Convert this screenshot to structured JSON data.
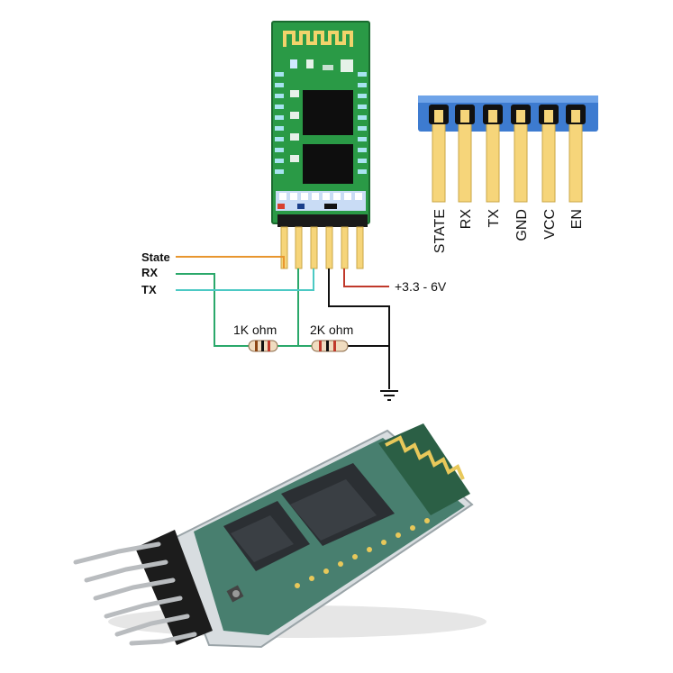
{
  "wiring": {
    "state_label": "State",
    "rx_label": "RX",
    "tx_label": "TX",
    "resistor_1k_label": "1K ohm",
    "resistor_2k_label": "2K ohm",
    "vcc_label": "+3.3 - 6V"
  },
  "pinout": {
    "pins": [
      "STATE",
      "RX",
      "TX",
      "GND",
      "VCC",
      "EN"
    ]
  },
  "colors": {
    "pcb": "#1f8a3c",
    "state_wire": "#e8962e",
    "rx_wire": "#2aa86a",
    "tx_wire": "#4cc9c4",
    "vcc_wire": "#c0392b",
    "gnd_wire": "#111111",
    "pin_gold": "#f6d57a",
    "header_blue": "#3d7bd0"
  },
  "icons": {
    "ground": "ground-symbol-icon",
    "resistor": "resistor-icon",
    "antenna": "pcb-antenna-icon"
  }
}
